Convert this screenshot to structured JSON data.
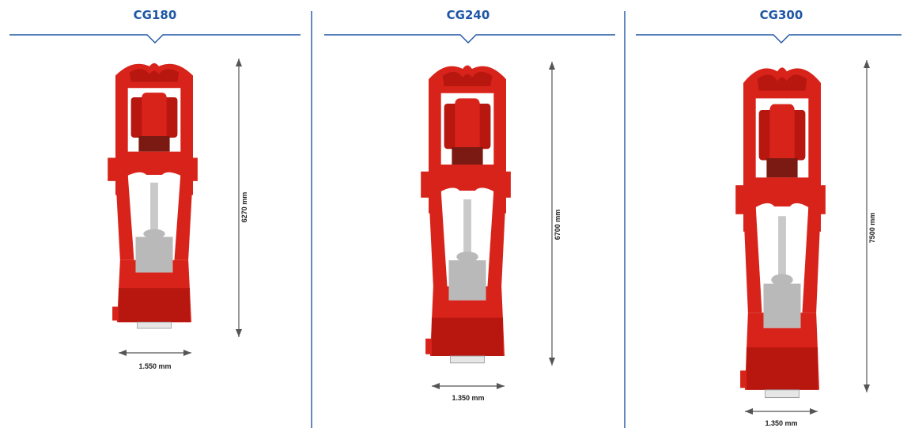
{
  "models": [
    {
      "name": "CG180",
      "width_label": "1.550 mm",
      "height_label": "6270 mm"
    },
    {
      "name": "CG240",
      "width_label": "1.350 mm",
      "height_label": "6700 mm"
    },
    {
      "name": "CG300",
      "width_label": "1.350 mm",
      "height_label": "7500 mm"
    }
  ],
  "colors": {
    "accent": "#1f56a6",
    "machine": "#d8231b",
    "cylinder": "#b9b9b9"
  }
}
